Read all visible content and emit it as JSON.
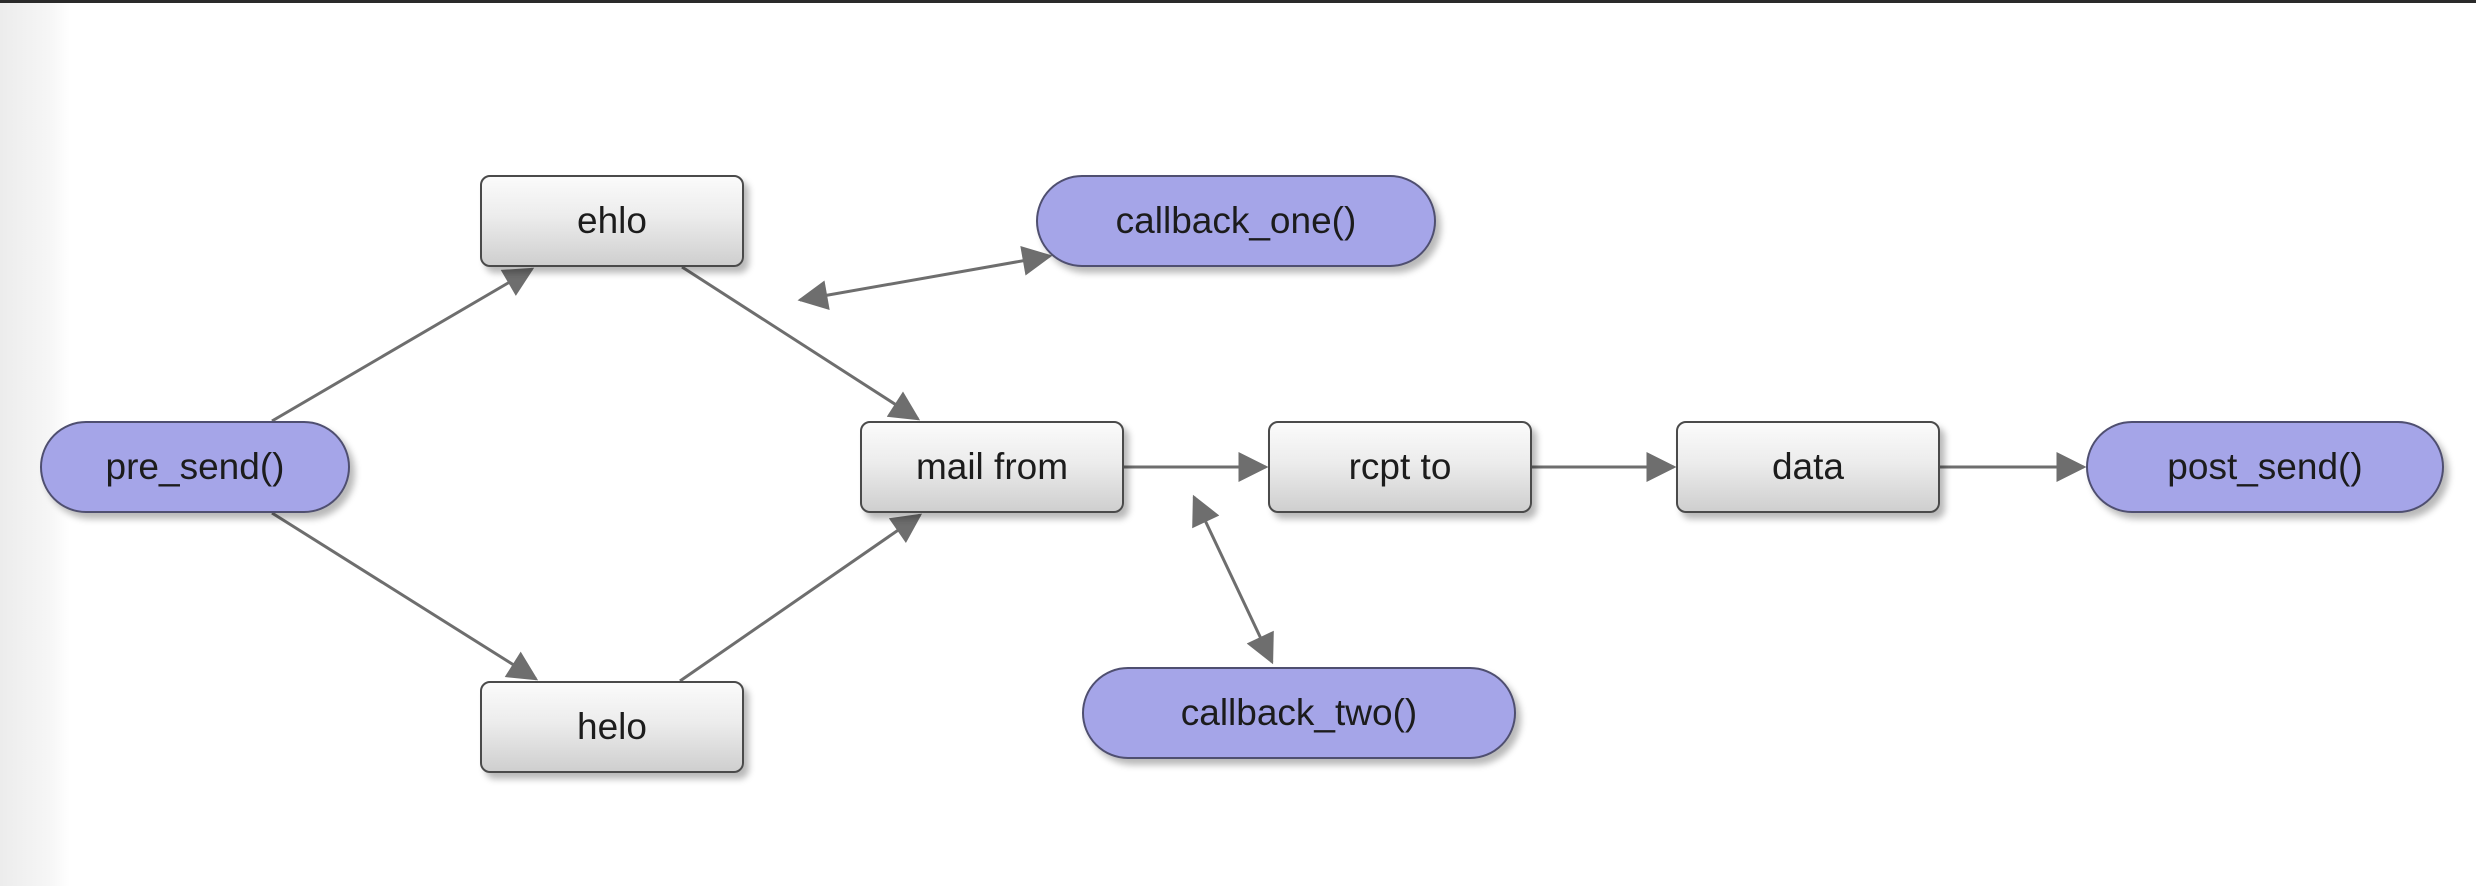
{
  "diagram": {
    "nodes": [
      {
        "id": "pre_send",
        "label": "pre_send()",
        "shape": "pill"
      },
      {
        "id": "ehlo",
        "label": "ehlo",
        "shape": "box"
      },
      {
        "id": "helo",
        "label": "helo",
        "shape": "box"
      },
      {
        "id": "mail_from",
        "label": "mail from",
        "shape": "box"
      },
      {
        "id": "rcpt_to",
        "label": "rcpt to",
        "shape": "box"
      },
      {
        "id": "data",
        "label": "data",
        "shape": "box"
      },
      {
        "id": "post_send",
        "label": "post_send()",
        "shape": "pill"
      },
      {
        "id": "callback_one",
        "label": "callback_one()",
        "shape": "pill"
      },
      {
        "id": "callback_two",
        "label": "callback_two()",
        "shape": "pill"
      }
    ],
    "edges": [
      {
        "from": "pre_send",
        "to": "ehlo",
        "direction": "forward"
      },
      {
        "from": "pre_send",
        "to": "helo",
        "direction": "forward"
      },
      {
        "from": "ehlo",
        "to": "mail_from",
        "direction": "forward"
      },
      {
        "from": "helo",
        "to": "mail_from",
        "direction": "forward"
      },
      {
        "from": "mail_from",
        "to": "rcpt_to",
        "direction": "forward"
      },
      {
        "from": "rcpt_to",
        "to": "data",
        "direction": "forward"
      },
      {
        "from": "data",
        "to": "post_send",
        "direction": "forward"
      },
      {
        "from": "callback_one",
        "to": "ehlo-mail_from edge",
        "direction": "both"
      },
      {
        "from": "callback_two",
        "to": "mail_from-rcpt_to edge",
        "direction": "both"
      }
    ],
    "colors": {
      "pill_fill": "#a5a5e8",
      "box_fill": "#e6e6e6",
      "edge": "#6e6e6e",
      "text": "#1c1c1c"
    }
  }
}
